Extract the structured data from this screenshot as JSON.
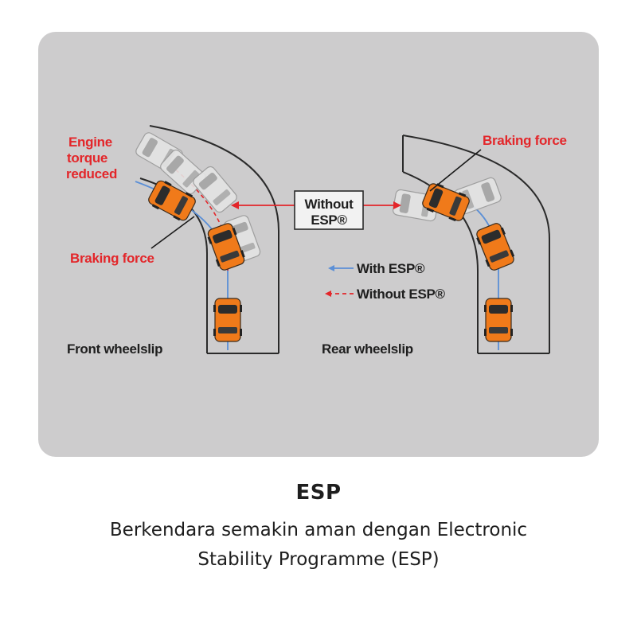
{
  "diagram": {
    "left_labels": {
      "engine_line1": "Engine",
      "engine_line2": "torque",
      "engine_line3": "reduced",
      "braking": "Braking force",
      "title": "Front wheelslip"
    },
    "right_labels": {
      "braking": "Braking force",
      "title": "Rear wheelslip"
    },
    "center_box": {
      "line1": "Without",
      "line2": "ESP®"
    },
    "legend": [
      {
        "label": "With ESP®",
        "style": "solid"
      },
      {
        "label": "Without ESP®",
        "style": "dashed"
      }
    ],
    "colors": {
      "panel": "#cdcccd",
      "car": "#f07a1a",
      "label_red": "#e3262a",
      "with_esp": "#5b8fd6",
      "without_esp": "#e3262a"
    }
  },
  "caption": {
    "title": "ESP",
    "subtitle_line1": "Berkendara semakin aman dengan Electronic",
    "subtitle_line2": "Stability Programme (ESP)"
  }
}
